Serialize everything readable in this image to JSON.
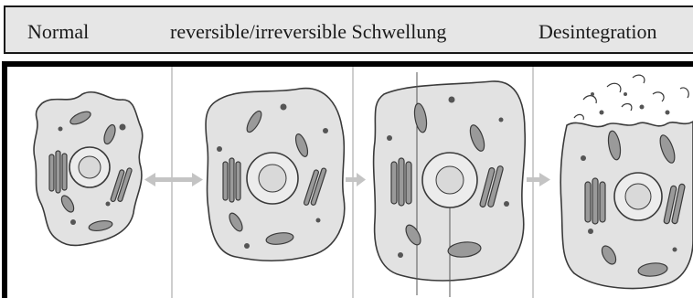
{
  "header": {
    "labels": [
      "Normal",
      "reversible/irreversible Schwellung",
      "Desintegration"
    ]
  },
  "colors": {
    "header_bg": "#e6e6e6",
    "cell_fill": "#e2e2e2",
    "outline": "#3a3a3a",
    "arrow": "#c4c4c4"
  },
  "stages": [
    {
      "name": "normal-cell"
    },
    {
      "name": "reversible-swelling-cell"
    },
    {
      "name": "irreversible-swelling-cell"
    },
    {
      "name": "disintegrating-cell"
    }
  ]
}
